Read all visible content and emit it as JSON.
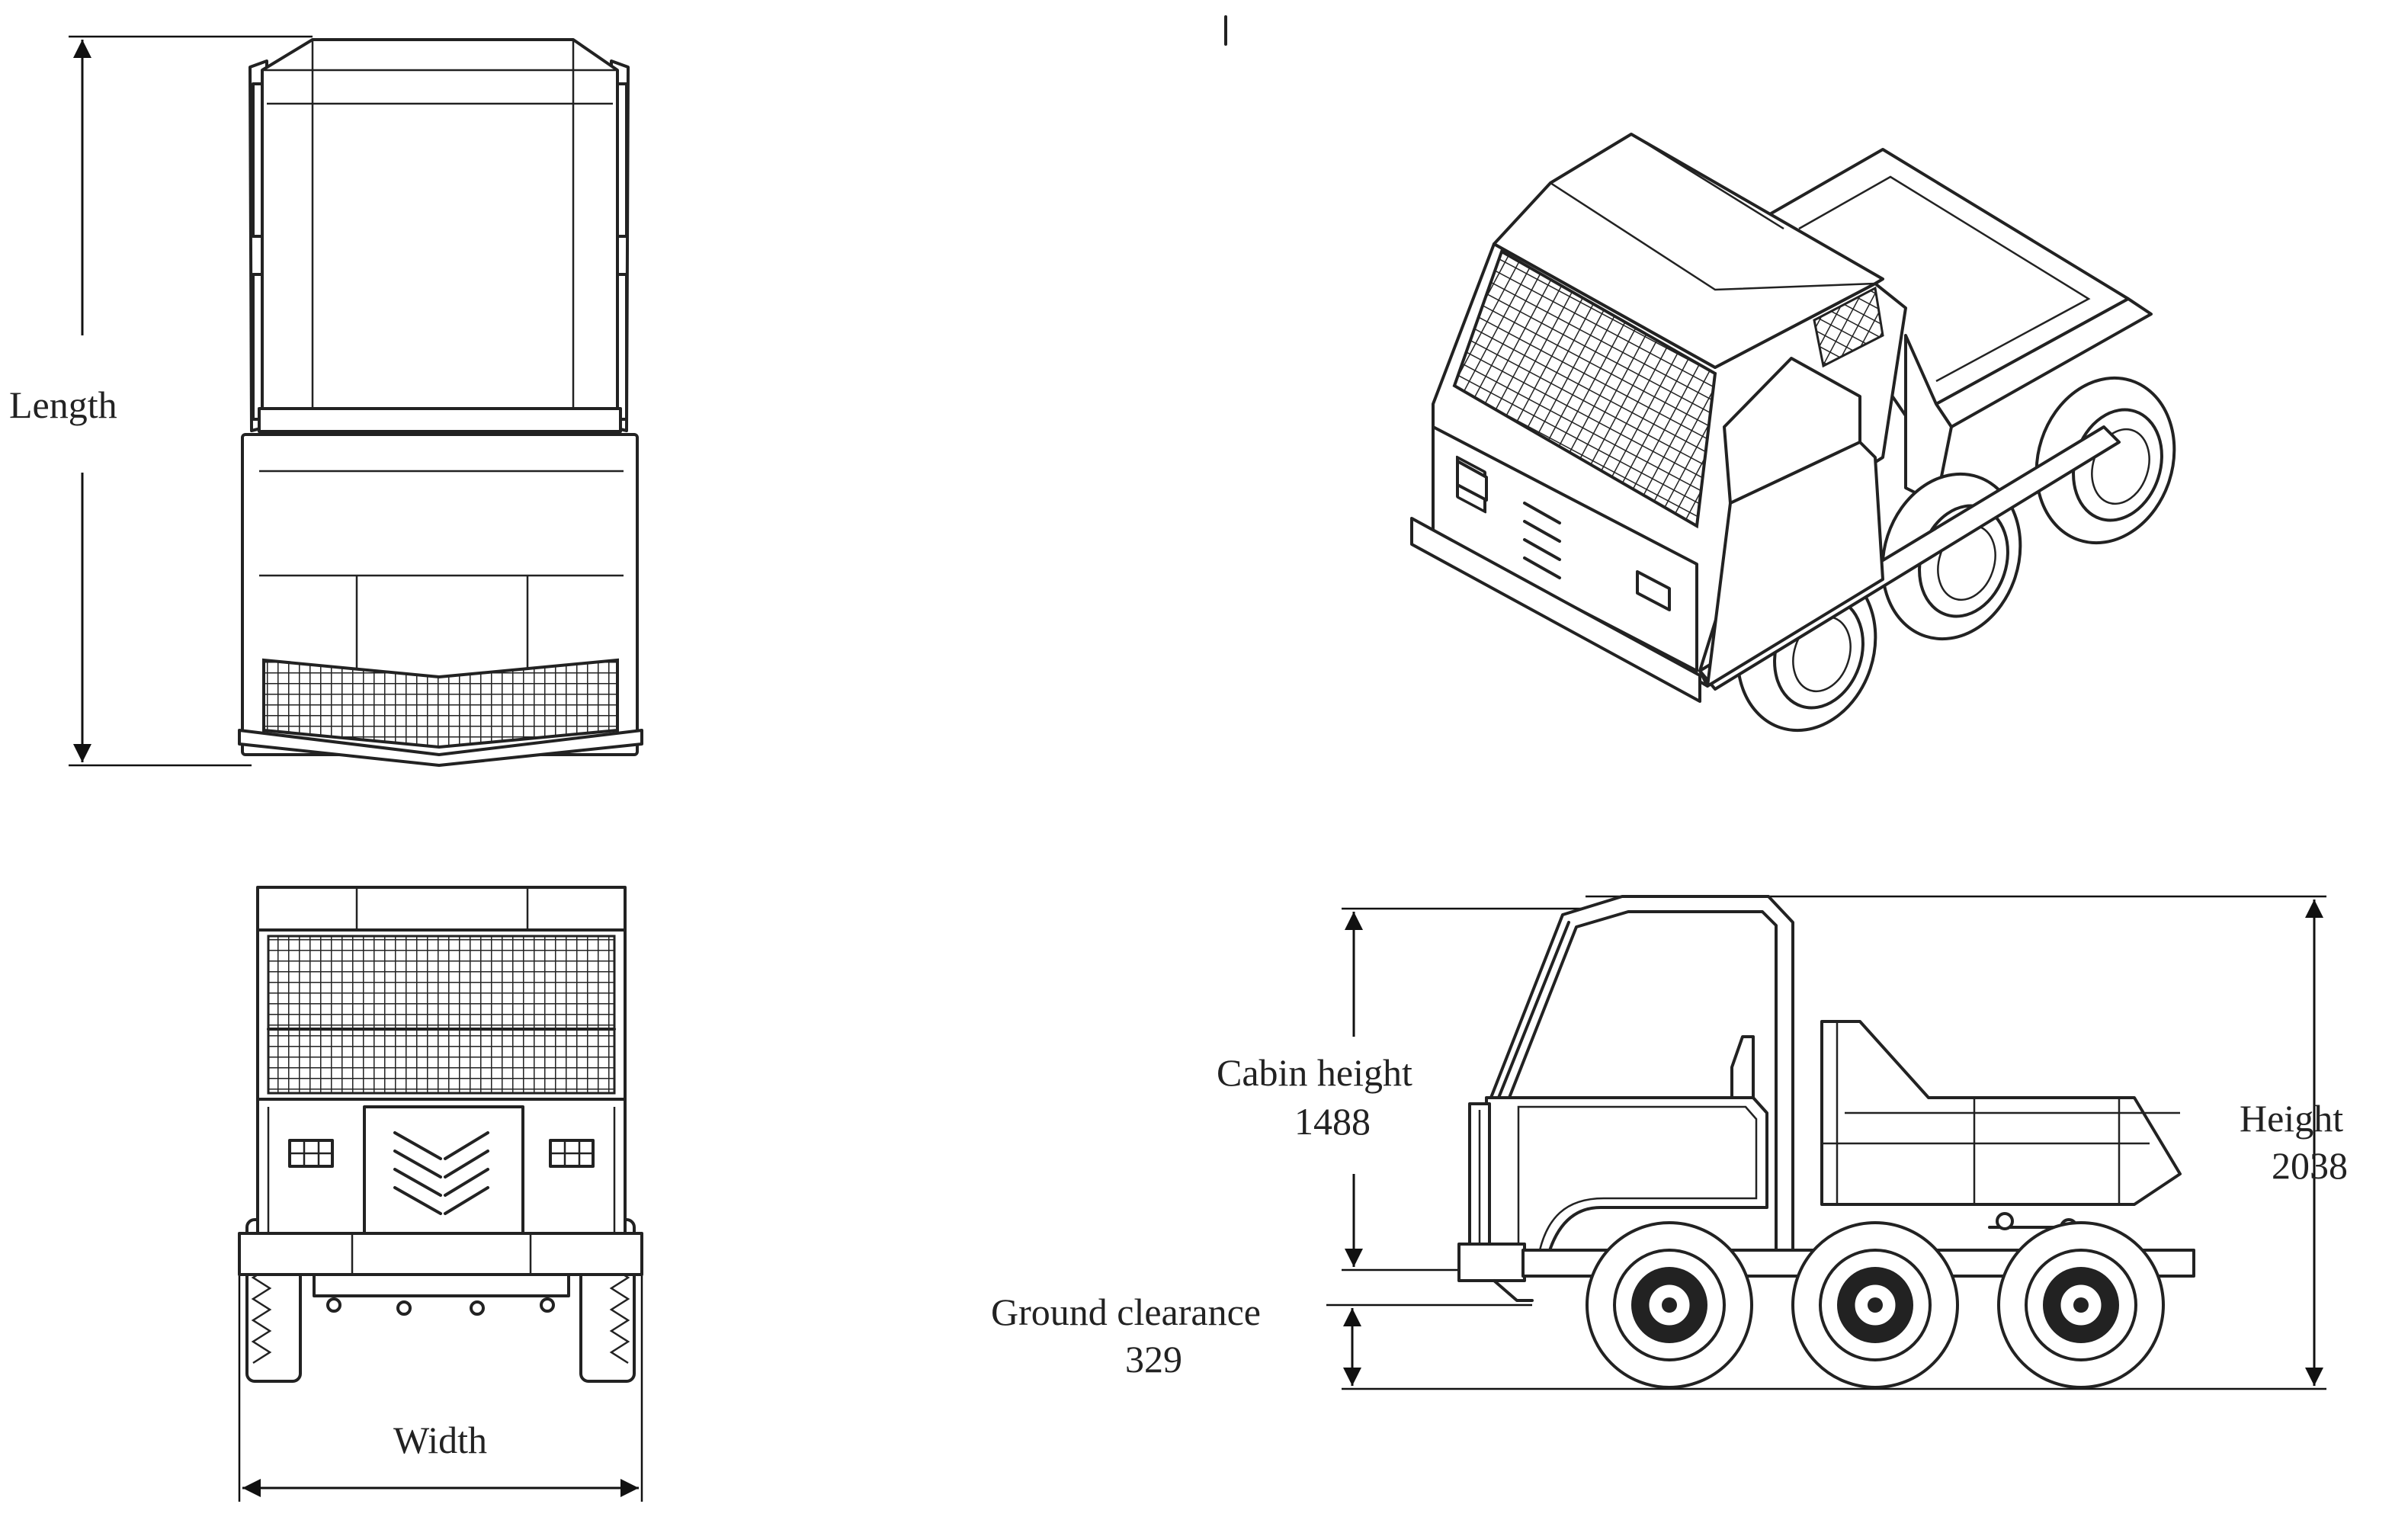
{
  "labels": {
    "length": "Length",
    "width": "Width",
    "cabin_height": "Cabin height",
    "cabin_height_value": "1488",
    "height": "Height",
    "height_value": "2038",
    "ground_clearance": "Ground clearance",
    "ground_clearance_value": "329"
  }
}
